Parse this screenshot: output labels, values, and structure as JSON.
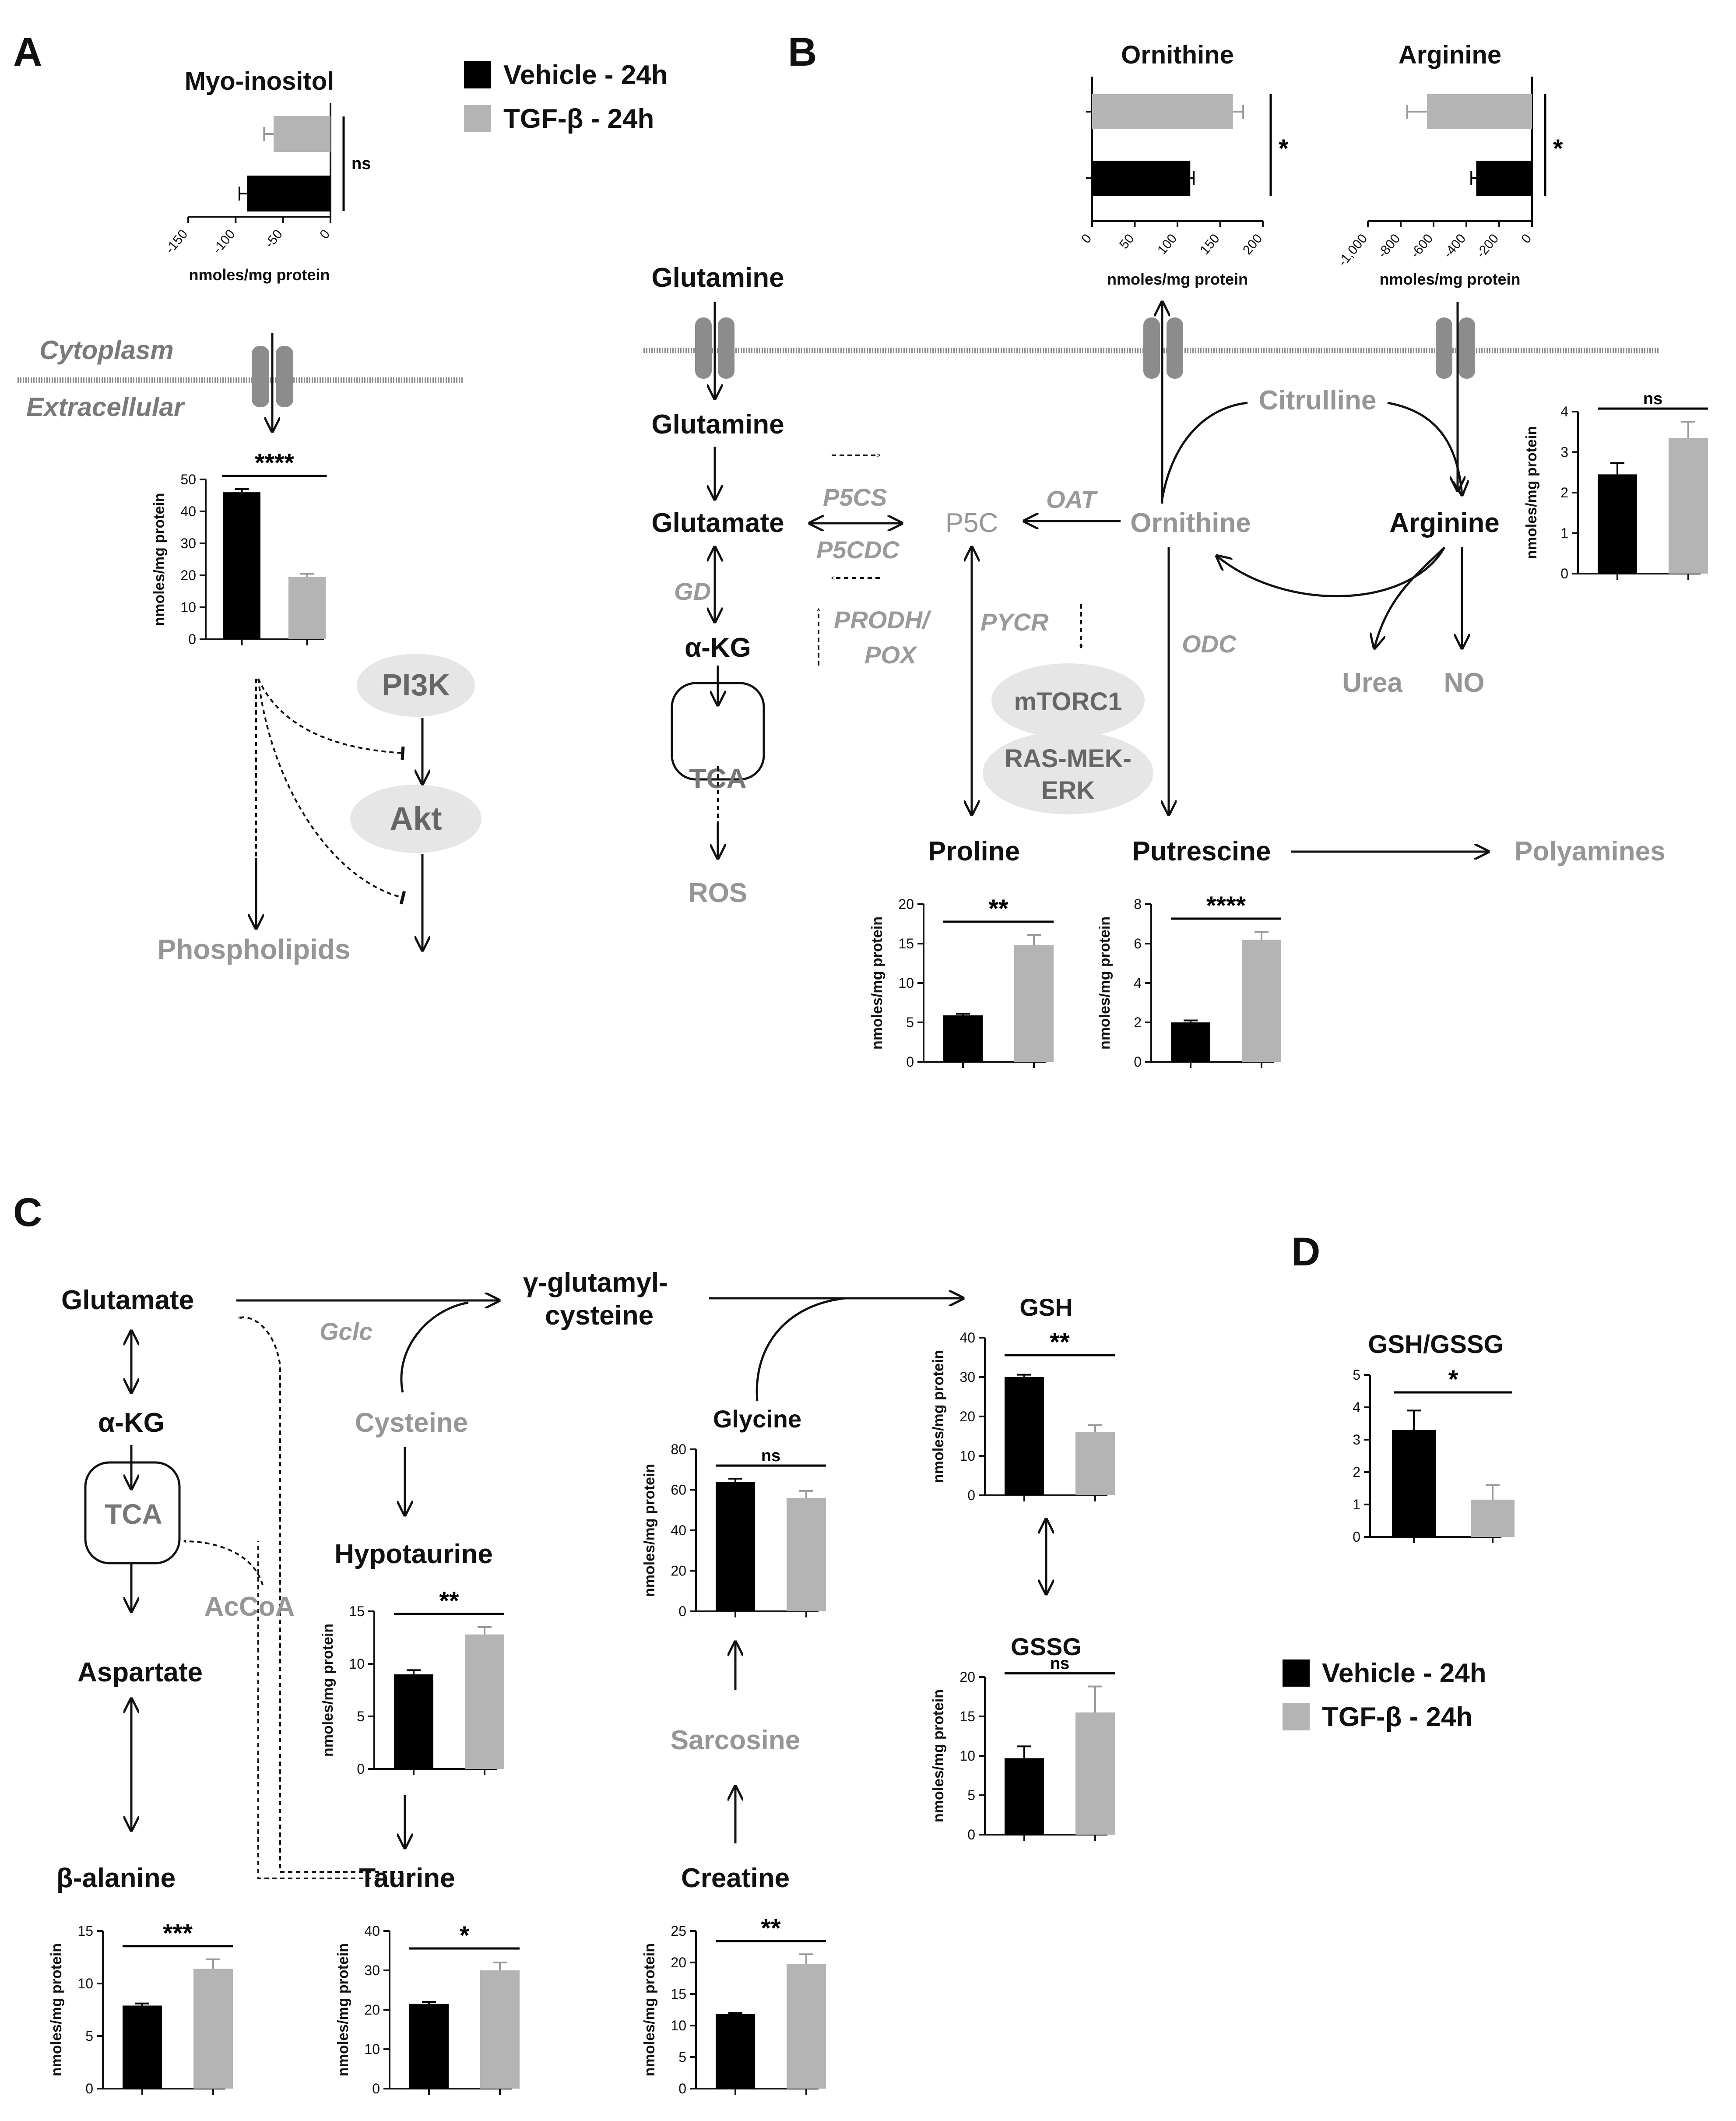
{
  "colors": {
    "vehicle": "#000000",
    "tgf": "#b4b4b4",
    "grey_text": "#969696",
    "ellipse": "#e6e6e6",
    "channel": "#8c8c8c"
  },
  "legend": {
    "vehicle": "Vehicle - 24h",
    "tgf": "TGF-β - 24h"
  },
  "panels": {
    "A": "A",
    "B": "B",
    "C": "C",
    "D": "D"
  },
  "compartments": {
    "cytoplasm": "Cytoplasm",
    "extracellular": "Extracellular"
  },
  "nodes": {
    "glutamine_out": "Glutamine",
    "glutamine_in": "Glutamine",
    "glutamate_b": "Glutamate",
    "p5c": "P5C",
    "ornithine": "Ornithine",
    "citrulline": "Citrulline",
    "arginine": "Arginine",
    "akg_b": "α-KG",
    "tca_b": "TCA",
    "ros": "ROS",
    "urea": "Urea",
    "no": "NO",
    "mtorc1": "mTORC1",
    "ras_1": "RAS-MEK-",
    "ras_2": "ERK",
    "proline": "Proline",
    "putrescine": "Putrescine",
    "polyamines": "Polyamines",
    "pi3k": "PI3K",
    "akt": "Akt",
    "phospholipids": "Phospholipids",
    "glutamate_c": "Glutamate",
    "akg_c": "α-KG",
    "tca_c": "TCA",
    "aspartate": "Aspartate",
    "balanine": "β-alanine",
    "acoa": "AcCoA",
    "cysteine": "Cysteine",
    "hypotaurine": "Hypotaurine",
    "taurine": "Taurine",
    "ggc_1": "γ-glutamyl-",
    "ggc_2": "cysteine",
    "sarcosine": "Sarcosine",
    "creatine": "Creatine"
  },
  "enzymes": {
    "p5cs": "P5CS",
    "p5cdc": "P5CDC",
    "oat": "OAT",
    "gd": "GD",
    "prodh": "PRODH/",
    "pox": "POX",
    "pycr": "PYCR",
    "odc": "ODC",
    "gclc": "Gclc"
  },
  "charts": [
    {
      "id": "myo",
      "type": "hbar",
      "title": "Myo-inositol",
      "xlabel": "nmoles/mg protein",
      "xlim": [
        -150,
        0
      ],
      "ticks": [
        -150,
        -100,
        -50,
        0
      ],
      "tick_labels": [
        "-150",
        "-100",
        "-50",
        "0"
      ],
      "bars": [
        {
          "series": "tgf",
          "value": -60,
          "err": 10
        },
        {
          "series": "vehicle",
          "value": -88,
          "err": 8
        }
      ],
      "sig": "ns"
    },
    {
      "id": "orn_top",
      "type": "hbar",
      "title": "Ornithine",
      "xlabel": "nmoles/mg protein",
      "xlim": [
        0,
        200
      ],
      "ticks": [
        0,
        50,
        100,
        150,
        200
      ],
      "tick_labels": [
        "0",
        "50",
        "100",
        "150",
        "200"
      ],
      "bars": [
        {
          "series": "tgf",
          "value": 165,
          "err": 12
        },
        {
          "series": "vehicle",
          "value": 115,
          "err": 4
        }
      ],
      "sig": "*"
    },
    {
      "id": "arg_top",
      "type": "hbar",
      "title": "Arginine",
      "xlabel": "nmoles/mg protein",
      "xlim": [
        -1000,
        0
      ],
      "ticks": [
        -1000,
        -800,
        -600,
        -400,
        -200,
        0
      ],
      "tick_labels": [
        "-1,000",
        "-800",
        "-600",
        "-400",
        "-200",
        "0"
      ],
      "bars": [
        {
          "series": "tgf",
          "value": -640,
          "err": 120
        },
        {
          "series": "vehicle",
          "value": -340,
          "err": 30
        }
      ],
      "sig": "*"
    },
    {
      "id": "myo_in",
      "type": "vbar",
      "title": "",
      "ylabel": "nmoles/mg protein",
      "ylim": [
        0,
        50
      ],
      "ticks": [
        0,
        10,
        20,
        30,
        40,
        50
      ],
      "tick_labels": [
        "0",
        "10",
        "20",
        "30",
        "40",
        "50"
      ],
      "bars": [
        {
          "series": "vehicle",
          "value": 46,
          "err": 1
        },
        {
          "series": "tgf",
          "value": 19.5,
          "err": 1
        }
      ],
      "sig": "****"
    },
    {
      "id": "citrulline",
      "type": "vbar",
      "title": "",
      "ylabel": "nmoles/mg protein",
      "ylim": [
        0,
        4
      ],
      "ticks": [
        0,
        1,
        2,
        3,
        4
      ],
      "tick_labels": [
        "0",
        "1",
        "2",
        "3",
        "4"
      ],
      "bars": [
        {
          "series": "vehicle",
          "value": 2.45,
          "err": 0.28
        },
        {
          "series": "tgf",
          "value": 3.35,
          "err": 0.4
        }
      ],
      "sig": "ns"
    },
    {
      "id": "proline",
      "type": "vbar",
      "title": "",
      "ylabel": "nmoles/mg protein",
      "ylim": [
        0,
        20
      ],
      "ticks": [
        0,
        5,
        10,
        15,
        20
      ],
      "tick_labels": [
        "0",
        "5",
        "10",
        "15",
        "20"
      ],
      "bars": [
        {
          "series": "vehicle",
          "value": 5.9,
          "err": 0.2
        },
        {
          "series": "tgf",
          "value": 14.8,
          "err": 1.3
        }
      ],
      "sig": "**"
    },
    {
      "id": "putrescine",
      "type": "vbar",
      "title": "",
      "ylabel": "nmoles/mg protein",
      "ylim": [
        0,
        8
      ],
      "ticks": [
        0,
        2,
        4,
        6,
        8
      ],
      "tick_labels": [
        "0",
        "2",
        "4",
        "6",
        "8"
      ],
      "bars": [
        {
          "series": "vehicle",
          "value": 2.0,
          "err": 0.1
        },
        {
          "series": "tgf",
          "value": 6.2,
          "err": 0.4
        }
      ],
      "sig": "****"
    },
    {
      "id": "hypotaurine",
      "type": "vbar",
      "title": "",
      "ylabel": "nmoles/mg protein",
      "ylim": [
        0,
        15
      ],
      "ticks": [
        0,
        5,
        10,
        15
      ],
      "tick_labels": [
        "0",
        "5",
        "10",
        "15"
      ],
      "bars": [
        {
          "series": "vehicle",
          "value": 9.0,
          "err": 0.4
        },
        {
          "series": "tgf",
          "value": 12.8,
          "err": 0.7
        }
      ],
      "sig": "**"
    },
    {
      "id": "glycine",
      "type": "vbar",
      "title": "Glycine",
      "ylabel": "nmoles/mg protein",
      "ylim": [
        0,
        80
      ],
      "ticks": [
        0,
        20,
        40,
        60,
        80
      ],
      "tick_labels": [
        "0",
        "20",
        "40",
        "60",
        "80"
      ],
      "bars": [
        {
          "series": "vehicle",
          "value": 64,
          "err": 1.5
        },
        {
          "series": "tgf",
          "value": 56,
          "err": 3.5
        }
      ],
      "sig": "ns"
    },
    {
      "id": "gsh",
      "type": "vbar",
      "title": "GSH",
      "ylabel": "nmoles/mg protein",
      "ylim": [
        0,
        40
      ],
      "ticks": [
        0,
        10,
        20,
        30,
        40
      ],
      "tick_labels": [
        "0",
        "10",
        "20",
        "30",
        "40"
      ],
      "bars": [
        {
          "series": "vehicle",
          "value": 30,
          "err": 0.6
        },
        {
          "series": "tgf",
          "value": 16,
          "err": 1.8
        }
      ],
      "sig": "**"
    },
    {
      "id": "gssg",
      "type": "vbar",
      "title": "GSSG",
      "ylabel": "nmoles/mg protein",
      "ylim": [
        0,
        20
      ],
      "ticks": [
        0,
        5,
        10,
        15,
        20
      ],
      "tick_labels": [
        "0",
        "5",
        "10",
        "15",
        "20"
      ],
      "bars": [
        {
          "series": "vehicle",
          "value": 9.7,
          "err": 1.5
        },
        {
          "series": "tgf",
          "value": 15.5,
          "err": 3.3
        }
      ],
      "sig": "ns"
    },
    {
      "id": "gshgssg",
      "type": "vbar",
      "title": "GSH/GSSG",
      "ylabel": "",
      "ylim": [
        0,
        5
      ],
      "ticks": [
        0,
        1,
        2,
        3,
        4,
        5
      ],
      "tick_labels": [
        "0",
        "1",
        "2",
        "3",
        "4",
        "5"
      ],
      "bars": [
        {
          "series": "vehicle",
          "value": 3.3,
          "err": 0.6
        },
        {
          "series": "tgf",
          "value": 1.15,
          "err": 0.45
        }
      ],
      "sig": "*"
    },
    {
      "id": "balanine",
      "type": "vbar",
      "title": "",
      "ylabel": "nmoles/mg protein",
      "ylim": [
        0,
        15
      ],
      "ticks": [
        0,
        5,
        10,
        15
      ],
      "tick_labels": [
        "0",
        "5",
        "10",
        "15"
      ],
      "bars": [
        {
          "series": "vehicle",
          "value": 7.9,
          "err": 0.2
        },
        {
          "series": "tgf",
          "value": 11.4,
          "err": 0.9
        }
      ],
      "sig": "***"
    },
    {
      "id": "taurine",
      "type": "vbar",
      "title": "",
      "ylabel": "nmoles/mg protein",
      "ylim": [
        0,
        40
      ],
      "ticks": [
        0,
        10,
        20,
        30,
        40
      ],
      "tick_labels": [
        "0",
        "10",
        "20",
        "30",
        "40"
      ],
      "bars": [
        {
          "series": "vehicle",
          "value": 21.5,
          "err": 0.5
        },
        {
          "series": "tgf",
          "value": 30,
          "err": 2
        }
      ],
      "sig": "*"
    },
    {
      "id": "creatine",
      "type": "vbar",
      "title": "",
      "ylabel": "nmoles/mg protein",
      "ylim": [
        0,
        25
      ],
      "ticks": [
        0,
        5,
        10,
        15,
        20,
        25
      ],
      "tick_labels": [
        "0",
        "5",
        "10",
        "15",
        "20",
        "25"
      ],
      "bars": [
        {
          "series": "vehicle",
          "value": 11.8,
          "err": 0.2
        },
        {
          "series": "tgf",
          "value": 19.8,
          "err": 1.5
        }
      ],
      "sig": "**"
    }
  ]
}
